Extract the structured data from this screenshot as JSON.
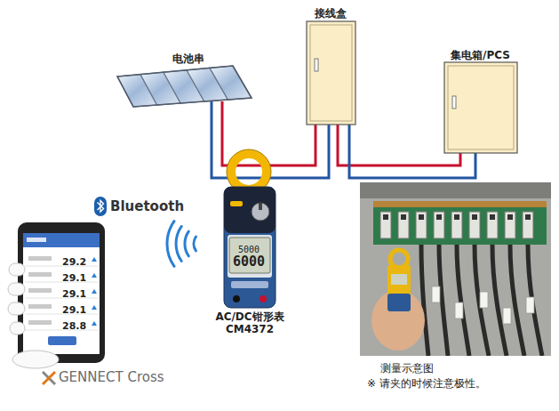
{
  "diagram": {
    "nodes": [
      {
        "text": [
          "电池串"
        ]
      },
      {
        "text": [
          "接线盒"
        ]
      },
      {
        "text": [
          "集电箱/PCS"
        ]
      },
      {
        "text": [
          "5000",
          "6000",
          "AC/DC钳形表 CM4372"
        ]
      }
    ],
    "edges": [
      {
        "from": 0,
        "to": 1,
        "arrow": "none"
      },
      {
        "from": 1,
        "to": 2,
        "arrow": "none"
      }
    ],
    "labels": [
      "Bluetooth",
      "29.2",
      "29.1",
      "29.1",
      "29.1",
      "28.8",
      "GENNECT Cross",
      "测量示意图",
      "※ 请夹的时候注意极性。"
    ]
  }
}
